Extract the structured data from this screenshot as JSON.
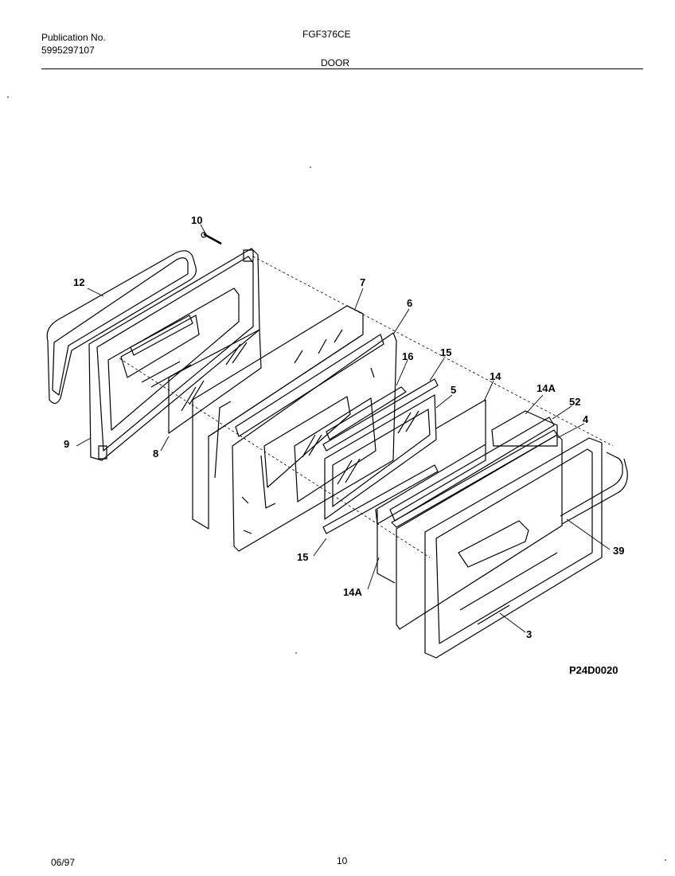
{
  "header": {
    "publication_label": "Publication No.",
    "publication_number": "5995297107",
    "model": "FGF376CE",
    "section_title": "DOOR"
  },
  "diagram": {
    "callouts": [
      "10",
      "12",
      "7",
      "6",
      "16",
      "15",
      "5",
      "14",
      "14A",
      "52",
      "4",
      "39",
      "9",
      "8",
      "15",
      "14A",
      "3"
    ],
    "figure_code": "P24D0020"
  },
  "footer": {
    "date": "06/97",
    "page": "10"
  }
}
